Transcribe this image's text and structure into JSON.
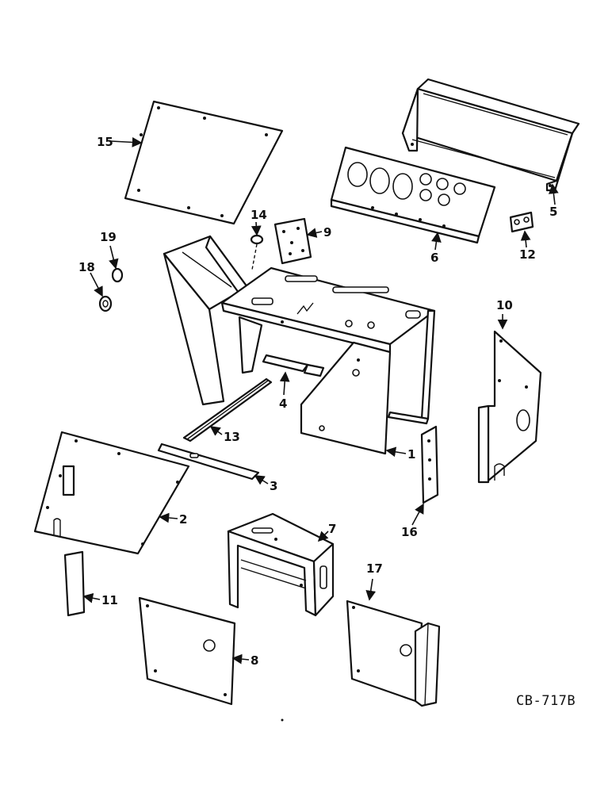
{
  "diagram": {
    "drawing_code": "CB-717B",
    "callouts": {
      "p1": "1",
      "p2": "2",
      "p3": "3",
      "p4": "4",
      "p5": "5",
      "p6": "6",
      "p7": "7",
      "p8": "8",
      "p9": "9",
      "p10": "10",
      "p11": "11",
      "p12": "12",
      "p13": "13",
      "p14": "14",
      "p15": "15",
      "p16": "16",
      "p17": "17",
      "p18": "18",
      "p19": "19"
    }
  }
}
